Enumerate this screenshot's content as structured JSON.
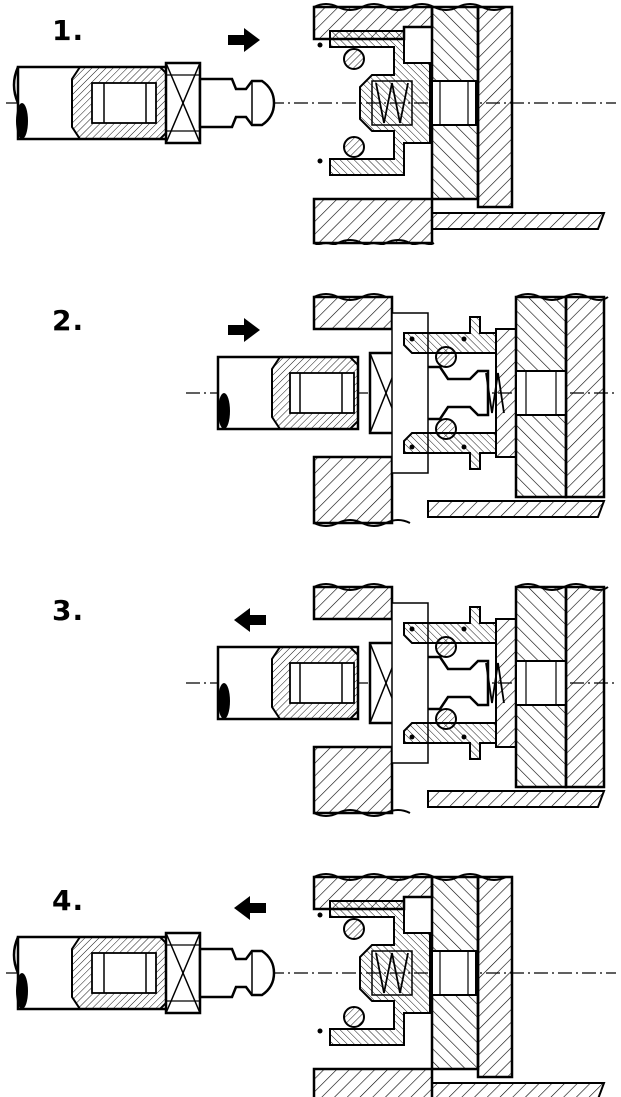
{
  "steps": [
    {
      "number": "1.",
      "direction": "right",
      "state": "disconnected"
    },
    {
      "number": "2.",
      "direction": "right",
      "state": "connected"
    },
    {
      "number": "3.",
      "direction": "left",
      "state": "connected"
    },
    {
      "number": "4.",
      "direction": "left",
      "state": "disconnected"
    }
  ],
  "colors": {
    "line": "#000000",
    "background": "#ffffff"
  }
}
